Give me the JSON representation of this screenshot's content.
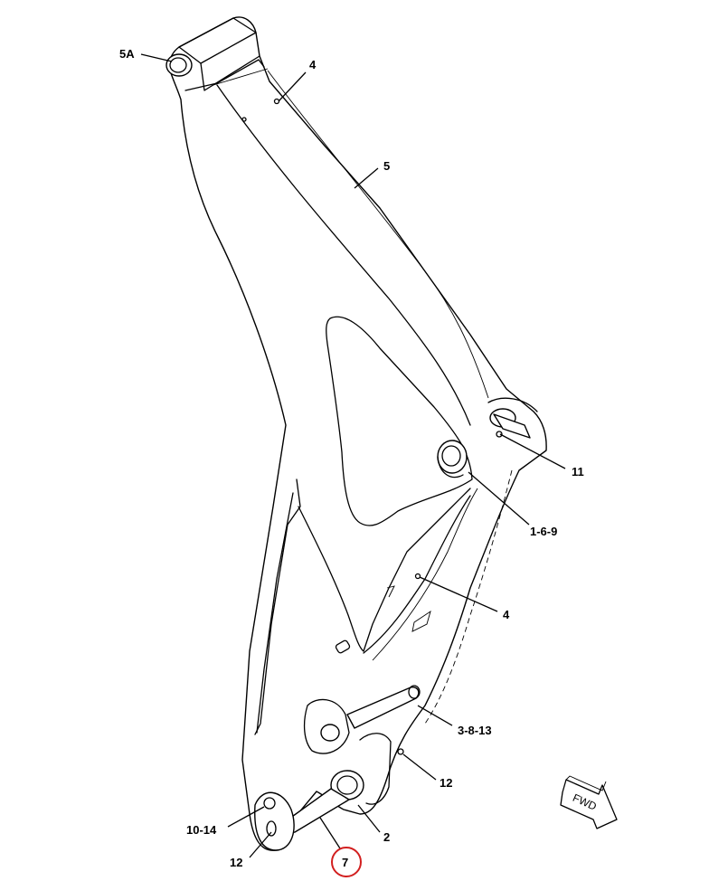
{
  "callouts": {
    "c5a": "5A",
    "c4_top": "4",
    "c5": "5",
    "c11": "11",
    "c1_6_9": "1-6-9",
    "c4_mid": "4",
    "c3_8_13": "3-8-13",
    "c12_right": "12",
    "c2": "2",
    "c10_14": "10-14",
    "c12_left": "12",
    "c7": "7"
  },
  "fwd_arrow": {
    "label": "FWD"
  },
  "highlight": {
    "target": "7",
    "color": "#d21f1f"
  }
}
